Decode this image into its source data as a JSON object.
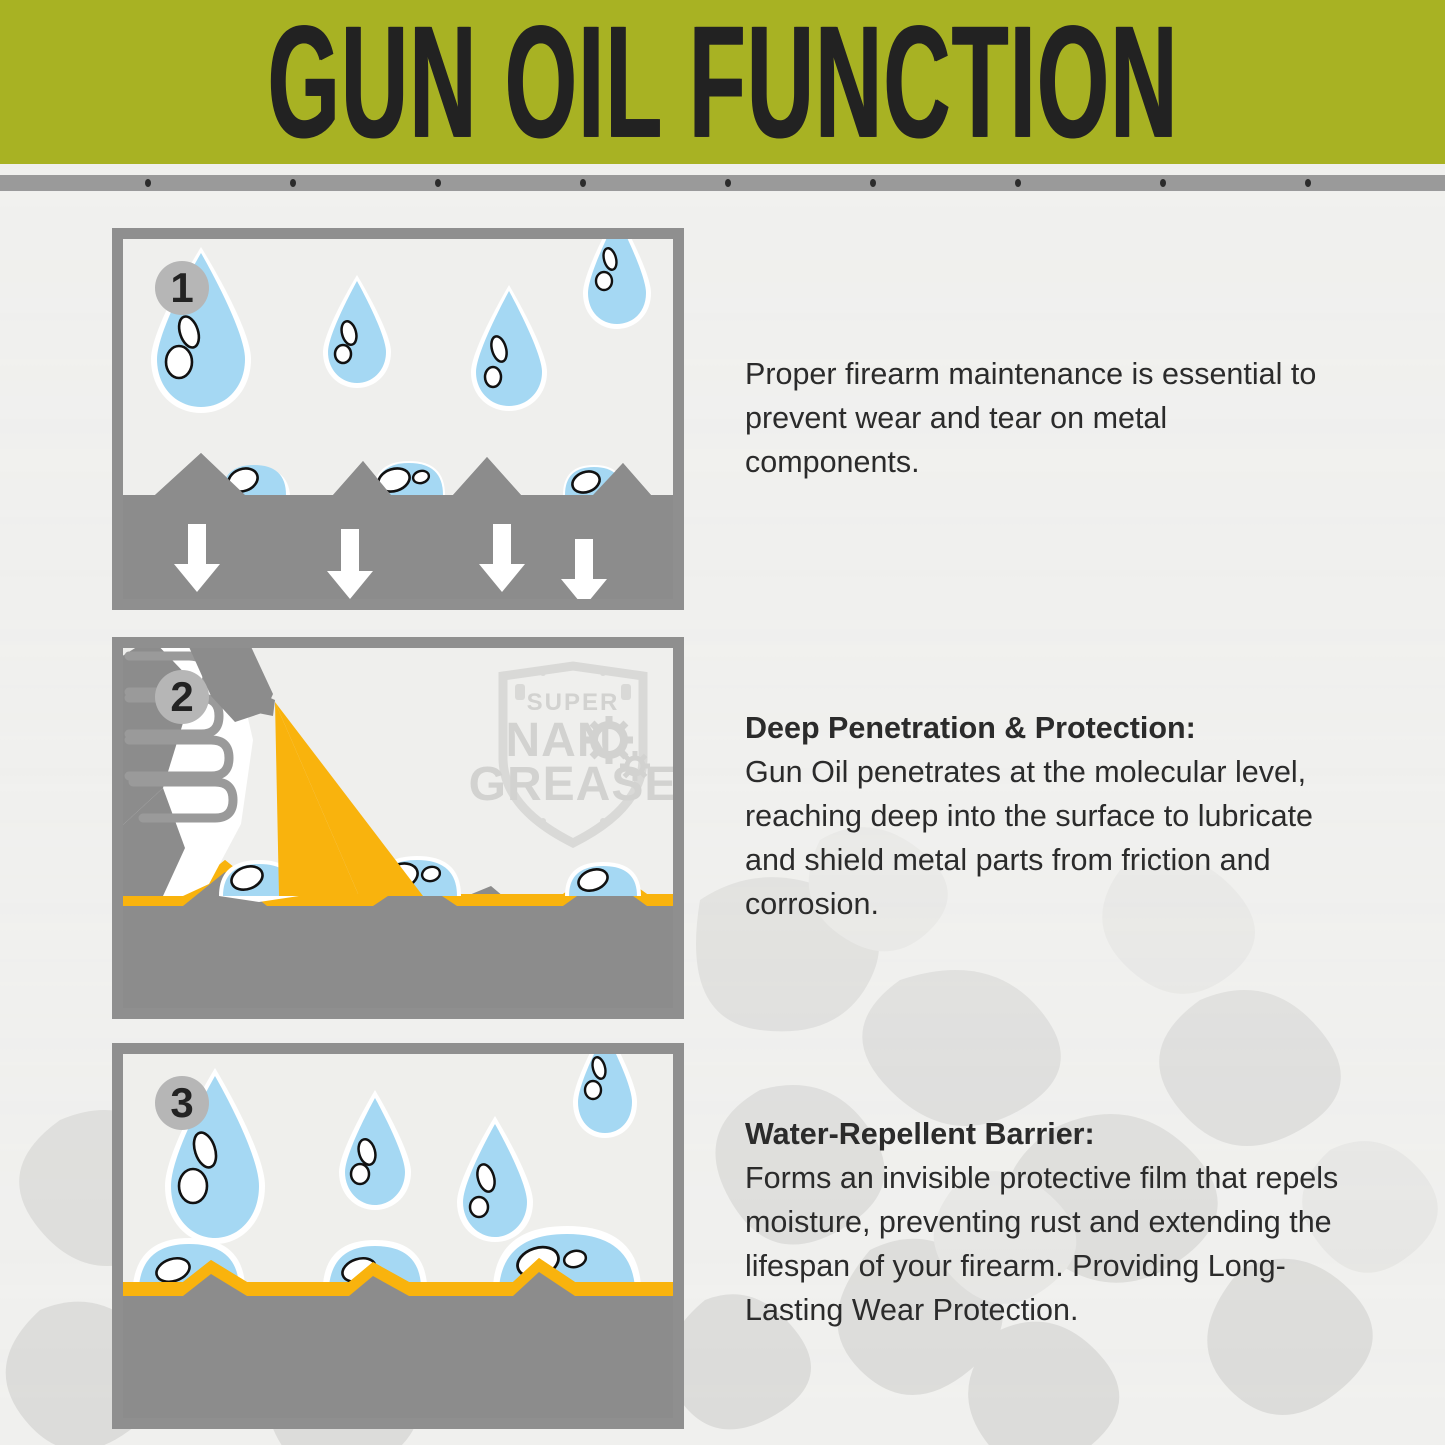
{
  "header": {
    "title": "GUN OIL FUNCTION",
    "bg_color": "#a8b223",
    "text_color": "#222222"
  },
  "rivet_bar": {
    "color": "#9a9a9a",
    "rivet_color": "#2b2b2b",
    "rivet_count": 9
  },
  "palette": {
    "page_bg": "#f0f0ee",
    "panel_bg": "#efefed",
    "panel_border": "#8f8f8f",
    "metal_gray": "#8c8c8c",
    "water_blue": "#a5d8f3",
    "grease_yellow": "#f9b30d",
    "badge_gray": "#b6b6b6",
    "text_dark": "#2b2b2b",
    "watermark_gray": "#d6d6d4"
  },
  "panels": [
    {
      "number": "1",
      "name": "water-on-bare-metal",
      "watermark": null
    },
    {
      "number": "2",
      "name": "grease-application",
      "watermark": {
        "line1": "SUPER",
        "line2": "NAN",
        "line3": "GREASE"
      }
    },
    {
      "number": "3",
      "name": "water-beading-on-coating",
      "watermark": null
    }
  ],
  "texts": [
    {
      "heading": "",
      "body": "Proper firearm maintenance is essential to prevent wear and tear on metal components."
    },
    {
      "heading": "Deep Penetration & Protection:",
      "body": "Gun Oil penetrates at the molecular level, reaching deep into the surface to lubricate and shield metal parts from friction and corrosion."
    },
    {
      "heading": "Water-Repellent Barrier:",
      "body": "Forms an invisible protective film that repels moisture, preventing rust and extending the lifespan of your firearm. Providing Long-Lasting Wear Protection."
    }
  ]
}
